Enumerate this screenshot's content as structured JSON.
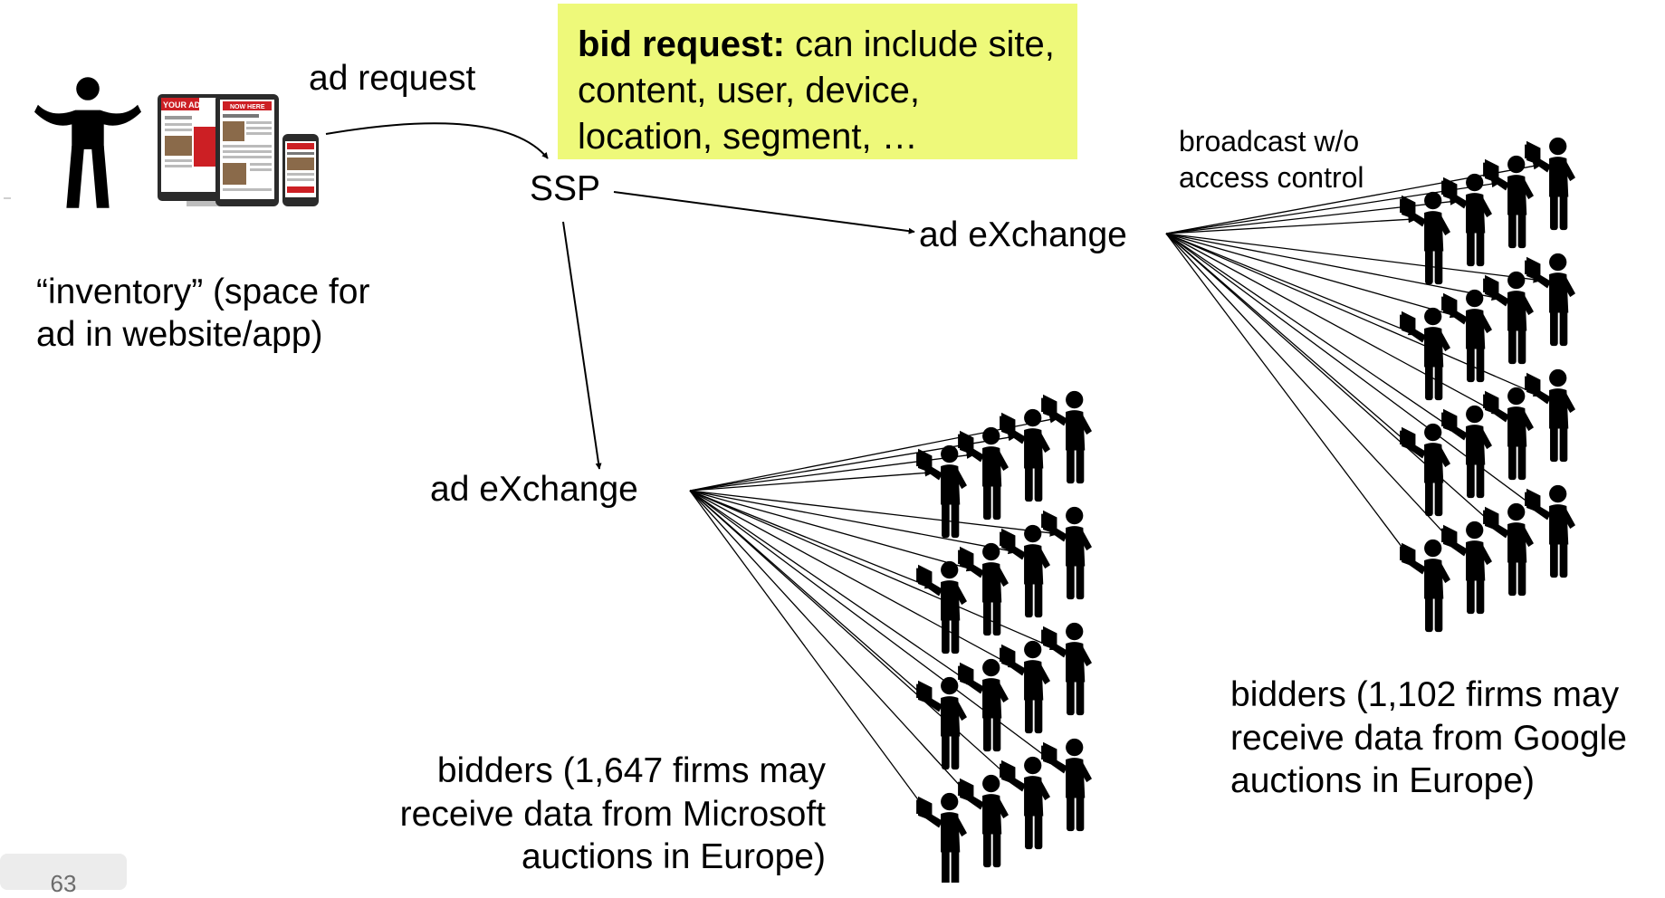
{
  "callout": {
    "lead": "bid request:",
    "body": "can include site, content, user, device, location, segment, …"
  },
  "labels": {
    "ad_request": "ad request",
    "ssp": "SSP",
    "exchange_right": "ad eXchange",
    "exchange_left": "ad eXchange",
    "broadcast": "broadcast w/o access control",
    "inventory": "“inventory” (space for ad in website/app)",
    "bidders_microsoft": "bidders (1,647 firms may receive data from Microsoft auctions in Europe)",
    "bidders_google": "bidders (1,102 firms may receive data from Google auctions in Europe)"
  },
  "mockup": {
    "banner": "YOUR AD",
    "now_here": "NOW HERE"
  },
  "page_number": "63",
  "icons": {
    "user": "person-arms-raised-icon",
    "devices": "devices-icon",
    "bidder": "megaphone-person-icon"
  },
  "colors": {
    "callout_bg": "#eef97a",
    "ad_red": "#cc1f24",
    "ink": "#000000"
  }
}
